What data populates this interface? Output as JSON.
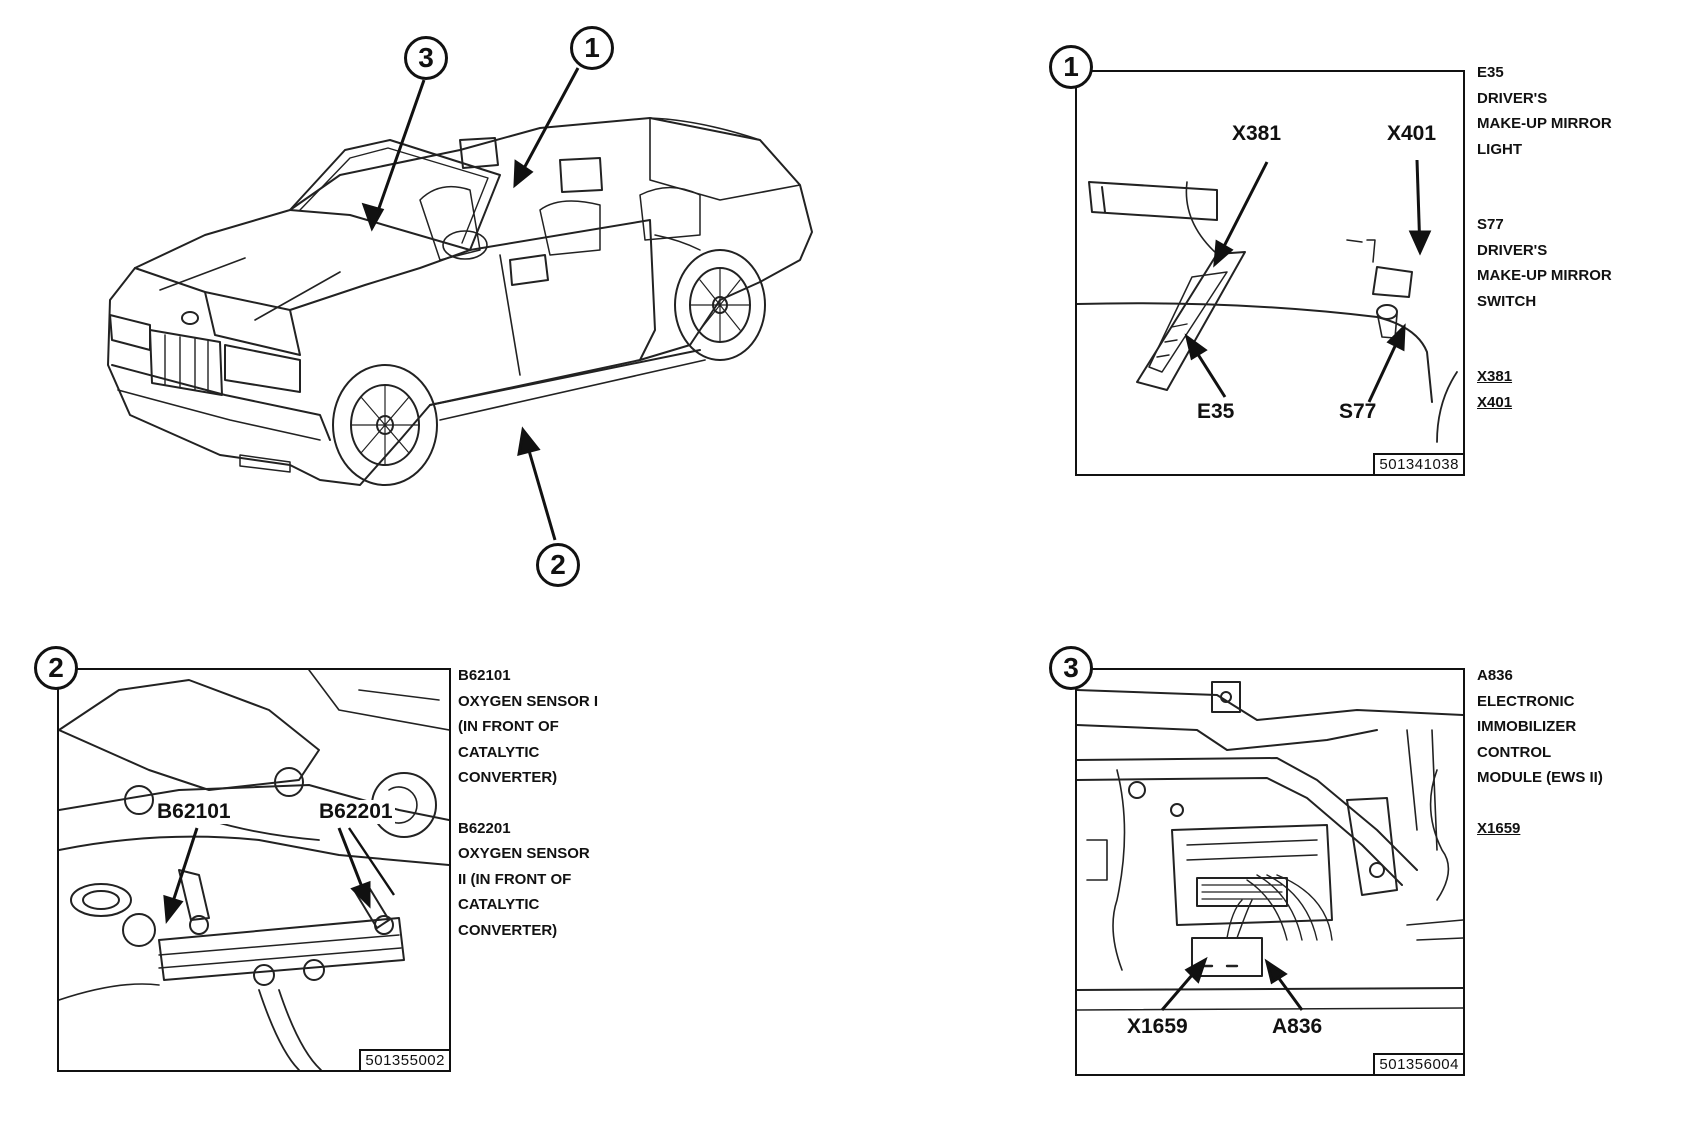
{
  "callouts": {
    "one": "1",
    "two": "2",
    "three": "3"
  },
  "panel1": {
    "figure_code": "501341038",
    "labels": {
      "x381": "X381",
      "x401": "X401",
      "e35": "E35",
      "s77": "S77"
    },
    "legend": {
      "e35_code": "E35",
      "e35_line1": "DRIVER'S",
      "e35_line2": "MAKE-UP MIRROR",
      "e35_line3": "LIGHT",
      "s77_code": "S77",
      "s77_line1": "DRIVER'S",
      "s77_line2": "MAKE-UP MIRROR",
      "s77_line3": "SWITCH",
      "conn1": "X381",
      "conn2": "X401"
    }
  },
  "panel2": {
    "figure_code": "501355002",
    "labels": {
      "b62101": "B62101",
      "b62201": "B62201"
    },
    "legend": {
      "b1_code": "B62101",
      "b1_line1": "OXYGEN SENSOR I",
      "b1_line2": "(IN FRONT OF",
      "b1_line3": "CATALYTIC",
      "b1_line4": "CONVERTER)",
      "b2_code": "B62201",
      "b2_line1": "OXYGEN SENSOR",
      "b2_line2": "II (IN FRONT OF",
      "b2_line3": "CATALYTIC",
      "b2_line4": "CONVERTER)"
    }
  },
  "panel3": {
    "figure_code": "501356004",
    "labels": {
      "x1659": "X1659",
      "a836": "A836"
    },
    "legend": {
      "a836_code": "A836",
      "a836_line1": "ELECTRONIC",
      "a836_line2": "IMMOBILIZER",
      "a836_line3": "CONTROL",
      "a836_line4": "MODULE (EWS II)",
      "conn1": "X1659"
    }
  }
}
